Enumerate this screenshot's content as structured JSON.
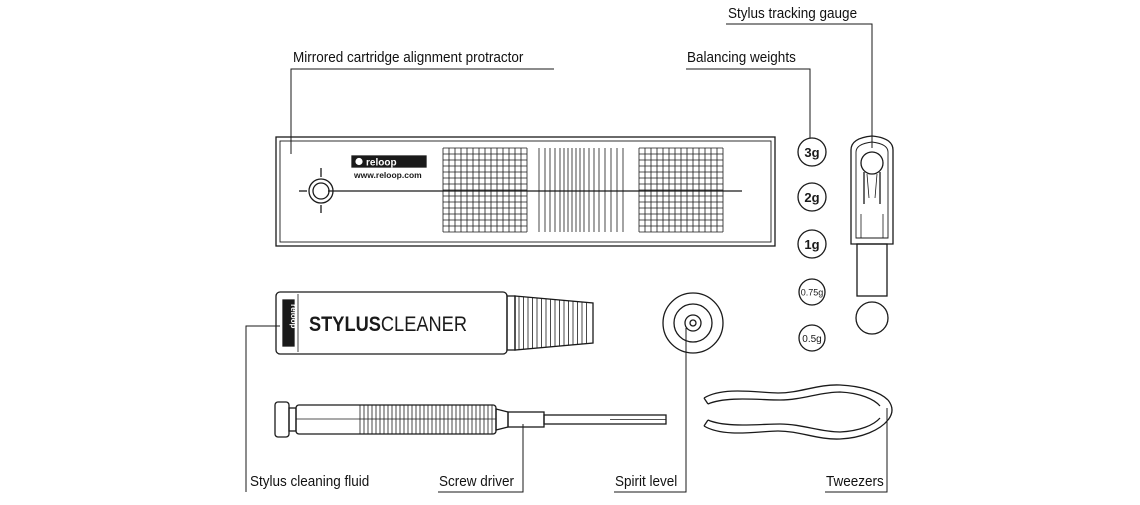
{
  "labels": {
    "tracking_gauge": "Stylus tracking gauge",
    "protractor": "Mirrored cartridge alignment protractor",
    "weights": "Balancing weights",
    "cleaning_fluid": "Stylus cleaning fluid",
    "screw_driver": "Screw driver",
    "spirit_level": "Spirit level",
    "tweezers": "Tweezers"
  },
  "protractor": {
    "brand": "reloop",
    "url": "www.reloop.com"
  },
  "weights": [
    "3g",
    "2g",
    "1g",
    "0.75g",
    "0.5g"
  ],
  "bottle": {
    "text_bold": "STYLUS",
    "text_light": "CLEANER",
    "side_text": "reloop"
  }
}
